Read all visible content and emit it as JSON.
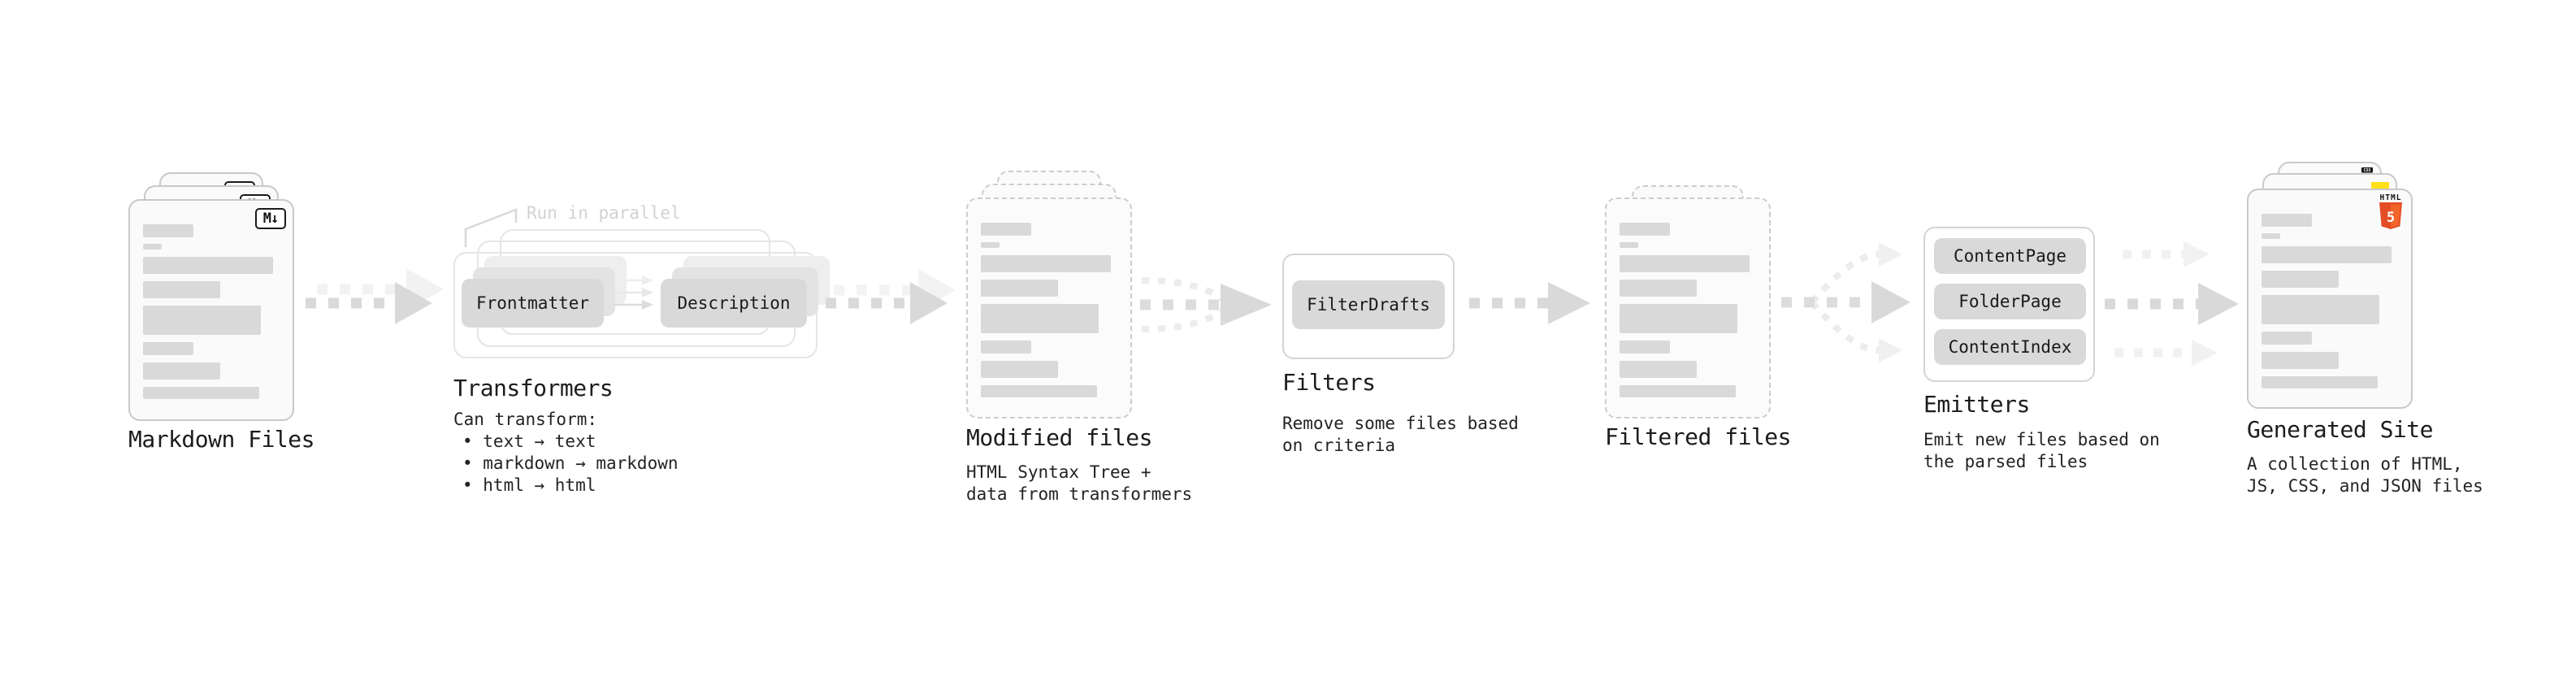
{
  "colors": {
    "text": "#1f1f1f",
    "muted_note": "#d2d2d2",
    "card_background": "#fafafa",
    "card_border": "#c9c9c9",
    "placeholder_bar": "#d9d9d9",
    "node_pill": "#d9d9d9",
    "arrow_main": "#d9d9d9",
    "arrow_ghost": "#f2f2f2",
    "html5_orange": "#e44d26",
    "html5_orange_light": "#f16529",
    "js_yellow": "#ffe01a",
    "css_blue": "#2965f1"
  },
  "icons": {
    "markdown_badge": "M↓",
    "html5_badge_label": "HTML",
    "html5_badge_number": "5",
    "css_badge_label": "CSS"
  },
  "stages": {
    "markdown": {
      "title": "Markdown Files"
    },
    "transformers": {
      "title": "Transformers",
      "note": "Run in parallel",
      "transformer1": "Frontmatter",
      "transformer2": "Description",
      "desc_heading": "Can transform:",
      "bullet1": "• text → text",
      "bullet2": "• markdown → markdown",
      "bullet3": "• html → html"
    },
    "modified": {
      "title": "Modified files",
      "desc_line1": "HTML Syntax Tree +",
      "desc_line2": "data from transformers"
    },
    "filters": {
      "title": "Filters",
      "filter1": "FilterDrafts",
      "desc_line1": "Remove some files based",
      "desc_line2": "on criteria"
    },
    "filtered": {
      "title": "Filtered files"
    },
    "emitters": {
      "title": "Emitters",
      "emitter1": "ContentPage",
      "emitter2": "FolderPage",
      "emitter3": "ContentIndex",
      "desc_line1": "Emit new files based on",
      "desc_line2": "the parsed files"
    },
    "generated": {
      "title": "Generated Site",
      "desc_line1": "A collection of HTML,",
      "desc_line2": "JS, CSS, and JSON files"
    }
  }
}
